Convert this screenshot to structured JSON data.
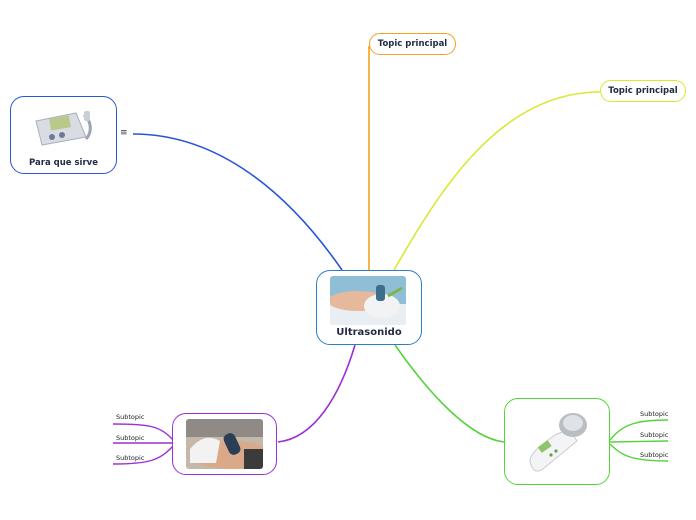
{
  "central": {
    "label": "Ultrasonido",
    "color": "#2e7ec4"
  },
  "branches": {
    "para_que_sirve": {
      "label": "Para que sirve",
      "note_icon": "≡",
      "color": "#2956d9"
    },
    "topic_orange": {
      "label": "Topic principal",
      "color": "#f0a31e"
    },
    "topic_yellow": {
      "label": "Topic principal",
      "color": "#dbe830"
    },
    "left_image": {
      "color": "#9b2fd6",
      "subtopics": [
        "Subtopic",
        "Subtopic",
        "Subtopic"
      ]
    },
    "right_image": {
      "color": "#55d43a",
      "subtopics": [
        "Subtopic",
        "Subtopic",
        "Subtopic"
      ]
    }
  }
}
